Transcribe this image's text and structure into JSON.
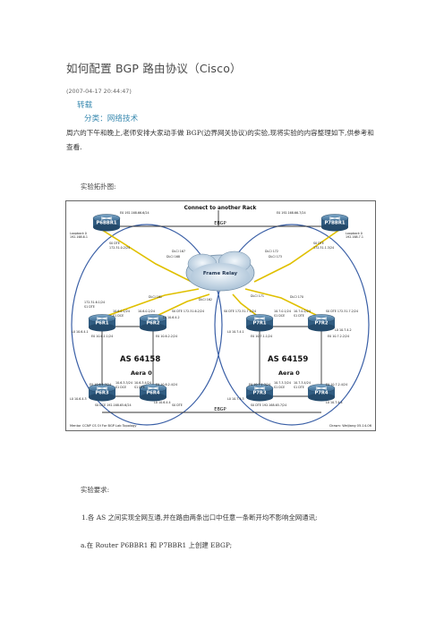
{
  "title": "如何配置 BGP 路由协议（Cisco）",
  "date": "(2007-04-17 20:44:47)",
  "repost_label": "转载",
  "category_label": "分类：网络技术",
  "intro": "周六的下午和晚上,老师安排大家动手做 BGP(边界网关协议)的实验,现将实验的内容整理如下,供参考和查看.",
  "topology_caption": "实验拓扑图:",
  "requirements_heading": "实验要求:",
  "requirement_1": "1.各 AS 之间实现全网互通,并在路由两条出口中任意一条断开均不影响全网通讯;",
  "requirement_2": "a.在 Router P6BBR1 和 P7BBR1 上创建 EBGP;",
  "diagram": {
    "connect_label": "Connect to another Rack",
    "ebgp_top": "EBGP",
    "ebgp_bottom": "EBGP",
    "cloud_label": "Frame Relay",
    "as_left": "AS 64158",
    "as_right": "AS 64159",
    "area_left": "Aera 0",
    "area_right": "Aera 0",
    "footer_left": "Mentor CCNP CS OI For BGP Lab Topology",
    "footer_right": "Drawn: Weijiang 05-14-06",
    "routers": {
      "p6bbr1": "P6BBR1",
      "p7bbr1": "P7BBR1",
      "p6r1": "P6R1",
      "p6r2": "P6R2",
      "p7r1": "P7R1",
      "p7r2": "P7R2",
      "p6r3": "P6R3",
      "p6r4": "P6R4",
      "p7r3": "P7R3",
      "p7r4": "P7R4"
    },
    "labels": {
      "lo_left_1": "Loopback 0",
      "lo_left_2": "192.168.6.1",
      "lo_right_1": "Loopback 0",
      "lo_right_2": "192.168.7.1",
      "e0_top_left": "E0  192.168.66.6/24",
      "e0_top_right": "E0  192.168.66.7/24",
      "s0_dte_left": "S0 DTE",
      "s0_ip_left": "172.31.0.2/24",
      "s0_dte_right": "S0 DTE",
      "s0_ip_right": "172.31.1.3/24",
      "dlci_a": "DLCI 167",
      "dlci_b": "DLCI 168",
      "dlci_c": "DLCI 172",
      "dlci_d": "DLCI 173",
      "dlci_e": "DLCI 161",
      "dlci_f": "DLCI 162",
      "dlci_g": "DLCI 171",
      "dlci_h": "DLCI 170",
      "p6r1_ip": "172.31.6.1/24",
      "p6r1_s1": "S1 DTE",
      "p6r1_s0": "10.6.0.1/24",
      "p6r1_dce": "S1 DCE",
      "p6r2_s0": "S0 DTE  172.31.6.2/24",
      "p6r2_ip": "10.6.0.2/24",
      "p6r2_lo": "L0 10.6.4.2",
      "p6r1_lo": "L0 10.6.4.1",
      "p6r1_e0": "E0 10.6.1.1/24",
      "p6r2_e0": "E0  10.6.2.2/24",
      "p7r1_s0": "S0 DTE  172.31.7.1/24",
      "p7r1_ip": "10.7.0.1/24",
      "p7r1_dce": "S1 DCE",
      "p7r1_lo": "L0 10.7.4.1",
      "p7r1_e0": "E0  10.7.1.1/24",
      "p7r2_ip": "10.7.0.2/24",
      "p7r2_dte": "S1 DTE",
      "p7r2_s0": "S0 DTE  172.31.7.2/24",
      "p7r2_lo": "L0 10.7.4.2",
      "p7r2_e0": "E0 10.7.2.2/24",
      "p6r3_e0": "E0  10.6.1.3/24",
      "p6r3_s1": "10.6.3.3/24",
      "p6r3_dce": "S1 DCE",
      "p6r3_lo": "L0 10.6.4.3",
      "p6r3_s0": "S0 DCE  192.168.65.6/24",
      "p6r4_e0": "E0  10.6.2.4/24",
      "p6r4_s1": "10.6.3.4/24",
      "p6r4_dte": "S1 DTE",
      "p6r4_lo": "L0 10.6.4.4",
      "p6r4_s0dte": "S0 DTE",
      "p7r3_e0": "E0  10.7.1.3/24",
      "p7r3_lo": "L0 10.7.4.3",
      "p7r3_s1": "10.7.3.3/24",
      "p7r3_dce": "S1 DCE",
      "p7r3_s0": "S0 DTE  192.168.65.7/24",
      "p7r4_e0": "E0  10.7.2.4/24",
      "p7r4_s1": "10.7.3.4/24",
      "p7r4_dte": "S1 DTE",
      "p7r4_lo": "L0 10.7.4.4"
    }
  }
}
